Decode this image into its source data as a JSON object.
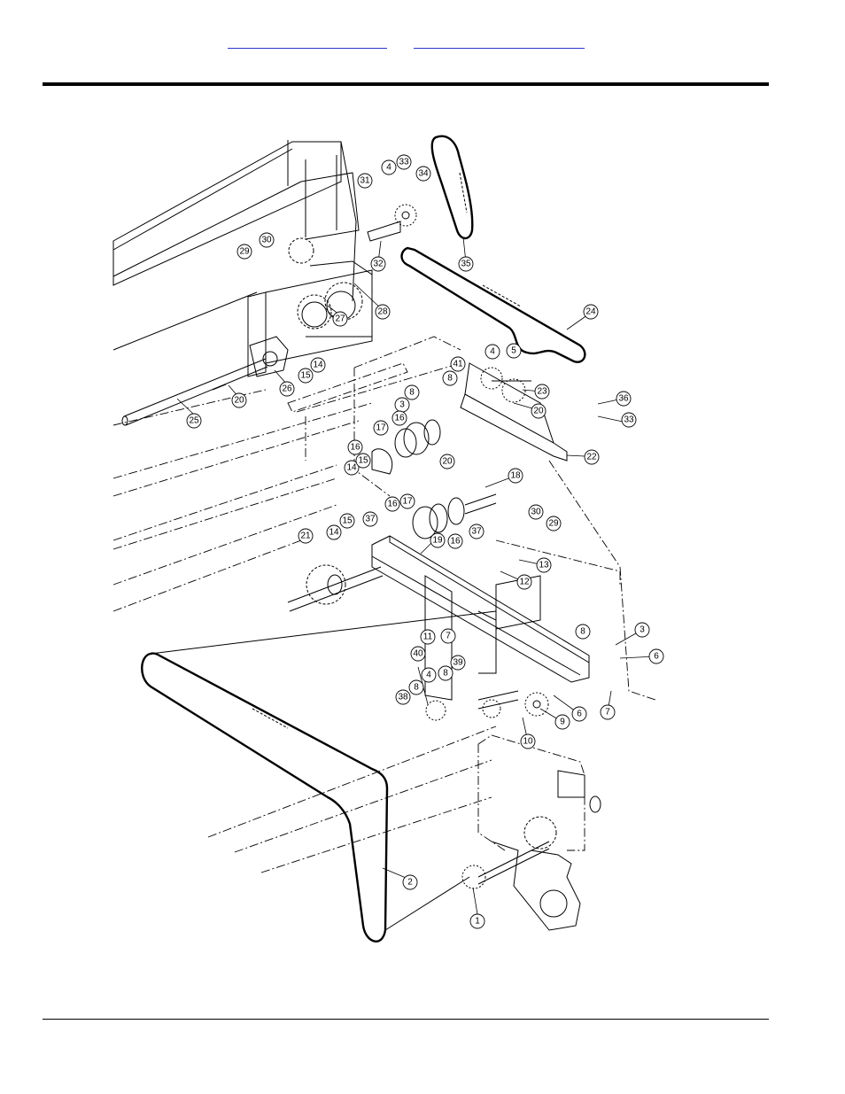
{
  "header": {
    "links": [
      {
        "label": ""
      },
      {
        "label": ""
      }
    ]
  },
  "diagram": {
    "callouts": [
      {
        "id": "1",
        "text": "1"
      },
      {
        "id": "2",
        "text": "2"
      },
      {
        "id": "3a",
        "text": "3"
      },
      {
        "id": "3b",
        "text": "3"
      },
      {
        "id": "4a",
        "text": "4"
      },
      {
        "id": "4b",
        "text": "4"
      },
      {
        "id": "4c",
        "text": "4"
      },
      {
        "id": "5",
        "text": "5"
      },
      {
        "id": "6a",
        "text": "6"
      },
      {
        "id": "6b",
        "text": "6"
      },
      {
        "id": "7a",
        "text": "7"
      },
      {
        "id": "7b",
        "text": "7"
      },
      {
        "id": "8a",
        "text": "8"
      },
      {
        "id": "8b",
        "text": "8"
      },
      {
        "id": "8c",
        "text": "8"
      },
      {
        "id": "8d",
        "text": "8"
      },
      {
        "id": "8e",
        "text": "8"
      },
      {
        "id": "9",
        "text": "9"
      },
      {
        "id": "10",
        "text": "10"
      },
      {
        "id": "11",
        "text": "11"
      },
      {
        "id": "12",
        "text": "12"
      },
      {
        "id": "13",
        "text": "13"
      },
      {
        "id": "14a",
        "text": "14"
      },
      {
        "id": "14b",
        "text": "14"
      },
      {
        "id": "14c",
        "text": "14"
      },
      {
        "id": "15a",
        "text": "15"
      },
      {
        "id": "15b",
        "text": "15"
      },
      {
        "id": "15c",
        "text": "15"
      },
      {
        "id": "16a",
        "text": "16"
      },
      {
        "id": "16b",
        "text": "16"
      },
      {
        "id": "16c",
        "text": "16"
      },
      {
        "id": "16d",
        "text": "16"
      },
      {
        "id": "17a",
        "text": "17"
      },
      {
        "id": "17b",
        "text": "17"
      },
      {
        "id": "18",
        "text": "18"
      },
      {
        "id": "19",
        "text": "19"
      },
      {
        "id": "20a",
        "text": "20"
      },
      {
        "id": "20b",
        "text": "20"
      },
      {
        "id": "20c",
        "text": "20"
      },
      {
        "id": "21",
        "text": "21"
      },
      {
        "id": "22",
        "text": "22"
      },
      {
        "id": "23",
        "text": "23"
      },
      {
        "id": "24",
        "text": "24"
      },
      {
        "id": "25",
        "text": "25"
      },
      {
        "id": "26",
        "text": "26"
      },
      {
        "id": "27",
        "text": "27"
      },
      {
        "id": "28",
        "text": "28"
      },
      {
        "id": "29a",
        "text": "29"
      },
      {
        "id": "29b",
        "text": "29"
      },
      {
        "id": "30a",
        "text": "30"
      },
      {
        "id": "30b",
        "text": "30"
      },
      {
        "id": "31",
        "text": "31"
      },
      {
        "id": "32",
        "text": "32"
      },
      {
        "id": "33a",
        "text": "33"
      },
      {
        "id": "33b",
        "text": "33"
      },
      {
        "id": "34",
        "text": "34"
      },
      {
        "id": "35",
        "text": "35"
      },
      {
        "id": "36",
        "text": "36"
      },
      {
        "id": "37a",
        "text": "37"
      },
      {
        "id": "37b",
        "text": "37"
      },
      {
        "id": "38",
        "text": "38"
      },
      {
        "id": "39",
        "text": "39"
      },
      {
        "id": "40",
        "text": "40"
      },
      {
        "id": "41",
        "text": "41"
      }
    ]
  }
}
